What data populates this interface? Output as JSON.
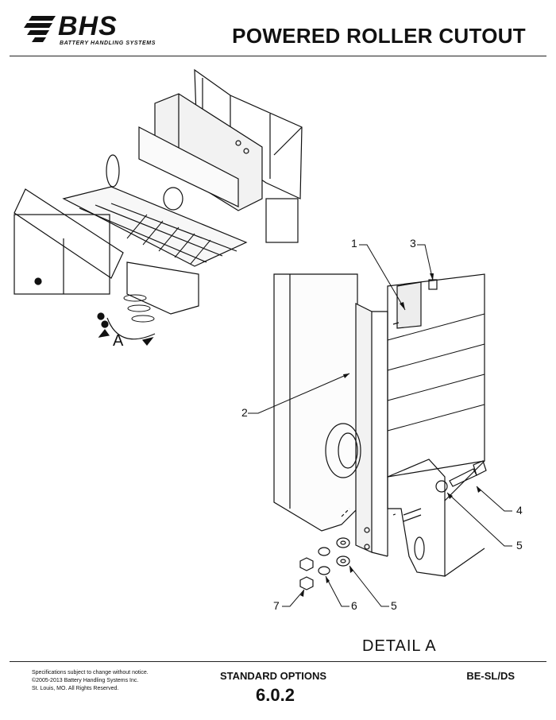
{
  "header": {
    "logo_text": "BHS",
    "logo_subtitle": "BATTERY HANDLING SYSTEMS",
    "title": "POWERED ROLLER CUTOUT"
  },
  "drawing": {
    "view_label": "A",
    "detail_label": "DETAIL  A",
    "callouts": [
      "1",
      "2",
      "3",
      "4",
      "5",
      "5",
      "6",
      "7"
    ]
  },
  "footer": {
    "fine_print": [
      "Specifications subject to change without notice.",
      "©2005-2013 Battery Handling Systems Inc.",
      "St. Louis, MO.  All Rights Reserved."
    ],
    "section": "STANDARD OPTIONS",
    "doc_code": "BE-SL/DS",
    "page_number": "6.0.2"
  }
}
